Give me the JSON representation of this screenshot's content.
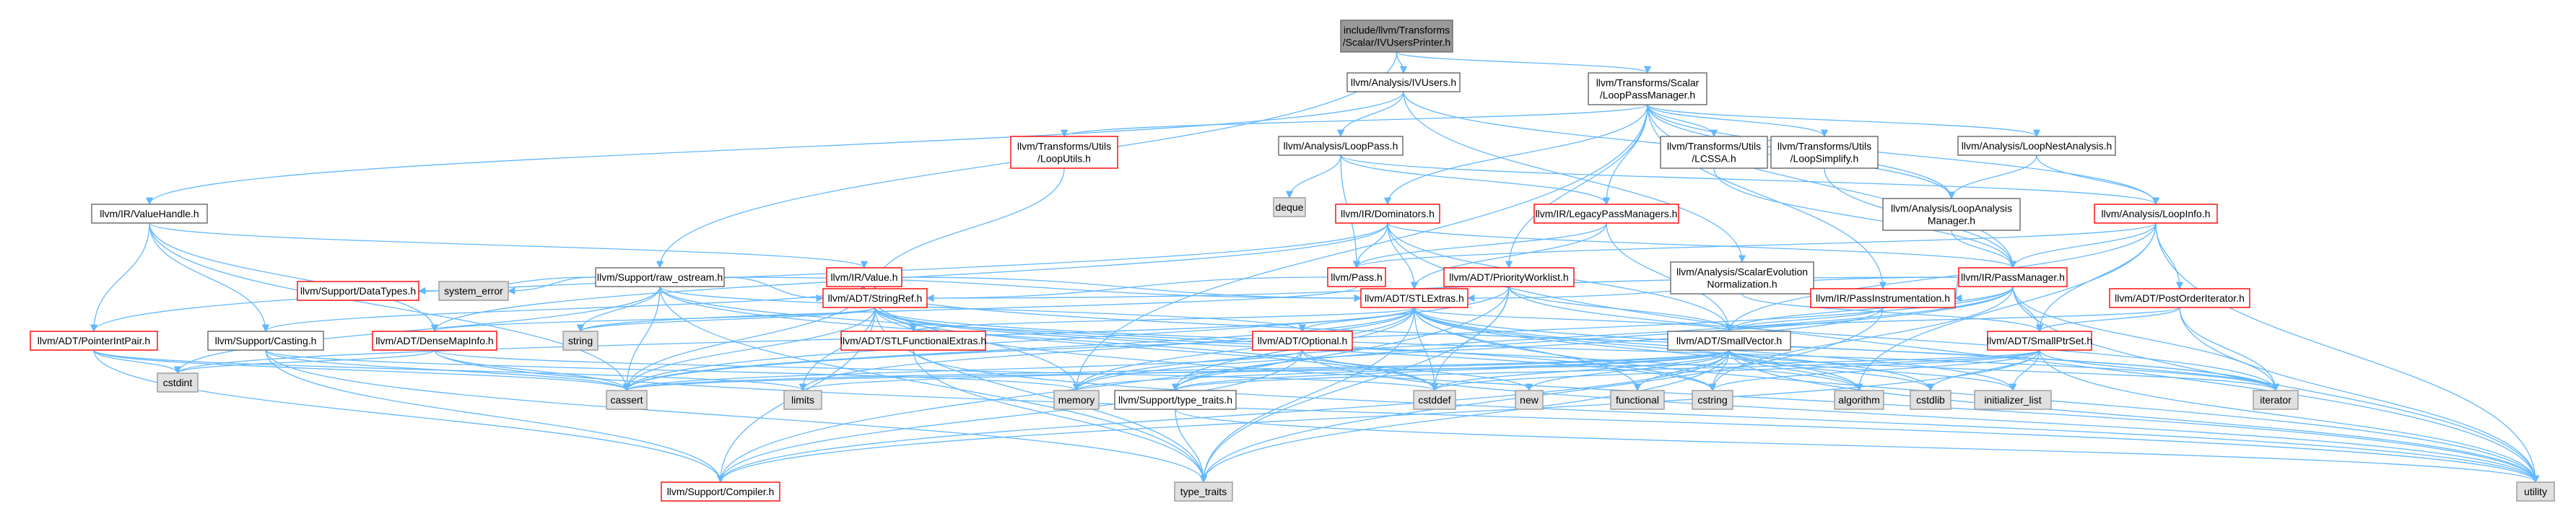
{
  "colors": {
    "edge": "#63b8ff",
    "root_fill": "#999999",
    "root_border": "#666666",
    "documented_border": "#666666",
    "undocumented_border": "#ff0000",
    "external_fill": "#e0e0e0",
    "external_border": "#999999"
  },
  "nodes": [
    {
      "id": "root",
      "lines": [
        "include/llvm/Transforms",
        "/Scalar/IVUsersPrinter.h"
      ],
      "kind": "root"
    },
    {
      "id": "ivusers",
      "lines": [
        "llvm/Analysis/IVUsers.h"
      ],
      "kind": "documented"
    },
    {
      "id": "looppassmgr",
      "lines": [
        "llvm/Transforms/Scalar",
        "/LoopPassManager.h"
      ],
      "kind": "documented"
    },
    {
      "id": "looputils",
      "lines": [
        "llvm/Transforms/Utils",
        "/LoopUtils.h"
      ],
      "kind": "undocumented"
    },
    {
      "id": "looppass",
      "lines": [
        "llvm/Analysis/LoopPass.h"
      ],
      "kind": "documented"
    },
    {
      "id": "lcssa",
      "lines": [
        "llvm/Transforms/Utils",
        "/LCSSA.h"
      ],
      "kind": "documented"
    },
    {
      "id": "loopsimplify",
      "lines": [
        "llvm/Transforms/Utils",
        "/LoopSimplify.h"
      ],
      "kind": "documented"
    },
    {
      "id": "loopnest",
      "lines": [
        "llvm/Analysis/LoopNestAnalysis.h"
      ],
      "kind": "documented"
    },
    {
      "id": "valuehandle",
      "lines": [
        "llvm/IR/ValueHandle.h"
      ],
      "kind": "documented"
    },
    {
      "id": "deque",
      "lines": [
        "deque"
      ],
      "kind": "external"
    },
    {
      "id": "dominators",
      "lines": [
        "llvm/IR/Dominators.h"
      ],
      "kind": "undocumented"
    },
    {
      "id": "legacypm",
      "lines": [
        "llvm/IR/LegacyPassManagers.h"
      ],
      "kind": "undocumented"
    },
    {
      "id": "loopanalysismgr",
      "lines": [
        "llvm/Analysis/LoopAnalysis",
        "Manager.h"
      ],
      "kind": "documented"
    },
    {
      "id": "loopinfo",
      "lines": [
        "llvm/Analysis/LoopInfo.h"
      ],
      "kind": "undocumented"
    },
    {
      "id": "rawostream",
      "lines": [
        "llvm/Support/raw_ostream.h"
      ],
      "kind": "documented"
    },
    {
      "id": "irvalue",
      "lines": [
        "llvm/IR/Value.h"
      ],
      "kind": "undocumented"
    },
    {
      "id": "pass",
      "lines": [
        "llvm/Pass.h"
      ],
      "kind": "undocumented"
    },
    {
      "id": "priorityworklist",
      "lines": [
        "llvm/ADT/PriorityWorklist.h"
      ],
      "kind": "undocumented"
    },
    {
      "id": "scevnorm",
      "lines": [
        "llvm/Analysis/ScalarEvolution",
        "Normalization.h"
      ],
      "kind": "documented"
    },
    {
      "id": "passmanager",
      "lines": [
        "llvm/IR/PassManager.h"
      ],
      "kind": "undocumented"
    },
    {
      "id": "datatypes",
      "lines": [
        "llvm/Support/DataTypes.h"
      ],
      "kind": "undocumented"
    },
    {
      "id": "system_error",
      "lines": [
        "system_error"
      ],
      "kind": "external"
    },
    {
      "id": "stringref",
      "lines": [
        "llvm/ADT/StringRef.h"
      ],
      "kind": "undocumented"
    },
    {
      "id": "stlextras",
      "lines": [
        "llvm/ADT/STLExtras.h"
      ],
      "kind": "undocumented"
    },
    {
      "id": "passinstr",
      "lines": [
        "llvm/IR/PassInstrumentation.h"
      ],
      "kind": "undocumented"
    },
    {
      "id": "postorder",
      "lines": [
        "llvm/ADT/PostOrderIterator.h"
      ],
      "kind": "undocumented"
    },
    {
      "id": "pointerintpair",
      "lines": [
        "llvm/ADT/PointerIntPair.h"
      ],
      "kind": "undocumented"
    },
    {
      "id": "casting",
      "lines": [
        "llvm/Support/Casting.h"
      ],
      "kind": "documented"
    },
    {
      "id": "densemapinfo",
      "lines": [
        "llvm/ADT/DenseMapInfo.h"
      ],
      "kind": "undocumented"
    },
    {
      "id": "string",
      "lines": [
        "string"
      ],
      "kind": "external"
    },
    {
      "id": "stlfunctional",
      "lines": [
        "llvm/ADT/STLFunctionalExtras.h"
      ],
      "kind": "undocumented"
    },
    {
      "id": "optional",
      "lines": [
        "llvm/ADT/Optional.h"
      ],
      "kind": "undocumented"
    },
    {
      "id": "smallvector",
      "lines": [
        "llvm/ADT/SmallVector.h"
      ],
      "kind": "documented"
    },
    {
      "id": "smallptrset",
      "lines": [
        "llvm/ADT/SmallPtrSet.h"
      ],
      "kind": "undocumented"
    },
    {
      "id": "cstdint",
      "lines": [
        "cstdint"
      ],
      "kind": "external"
    },
    {
      "id": "cassert",
      "lines": [
        "cassert"
      ],
      "kind": "external"
    },
    {
      "id": "limits",
      "lines": [
        "limits"
      ],
      "kind": "external"
    },
    {
      "id": "memory",
      "lines": [
        "memory"
      ],
      "kind": "external"
    },
    {
      "id": "typetraitsh",
      "lines": [
        "llvm/Support/type_traits.h"
      ],
      "kind": "documented"
    },
    {
      "id": "cstddef",
      "lines": [
        "cstddef"
      ],
      "kind": "external"
    },
    {
      "id": "new",
      "lines": [
        "new"
      ],
      "kind": "external"
    },
    {
      "id": "functional",
      "lines": [
        "functional"
      ],
      "kind": "external"
    },
    {
      "id": "cstring",
      "lines": [
        "cstring"
      ],
      "kind": "external"
    },
    {
      "id": "algorithm",
      "lines": [
        "algorithm"
      ],
      "kind": "external"
    },
    {
      "id": "cstdlib",
      "lines": [
        "cstdlib"
      ],
      "kind": "external"
    },
    {
      "id": "initlist",
      "lines": [
        "initializer_list"
      ],
      "kind": "external"
    },
    {
      "id": "iterator",
      "lines": [
        "iterator"
      ],
      "kind": "external"
    },
    {
      "id": "compiler",
      "lines": [
        "llvm/Support/Compiler.h"
      ],
      "kind": "undocumented"
    },
    {
      "id": "type_traits",
      "lines": [
        "type_traits"
      ],
      "kind": "external"
    },
    {
      "id": "utility",
      "lines": [
        "utility"
      ],
      "kind": "external"
    }
  ],
  "edges": [
    [
      "root",
      "ivusers"
    ],
    [
      "root",
      "looppassmgr"
    ],
    [
      "root",
      "rawostream"
    ],
    [
      "ivusers",
      "looppass"
    ],
    [
      "ivusers",
      "valuehandle"
    ],
    [
      "ivusers",
      "scevnorm"
    ],
    [
      "ivusers",
      "loopanalysismgr"
    ],
    [
      "looppassmgr",
      "looputils"
    ],
    [
      "looppassmgr",
      "lcssa"
    ],
    [
      "looppassmgr",
      "loopsimplify"
    ],
    [
      "looppassmgr",
      "loopnest"
    ],
    [
      "looppassmgr",
      "dominators"
    ],
    [
      "looppassmgr",
      "legacypm"
    ],
    [
      "looppassmgr",
      "loopanalysismgr"
    ],
    [
      "looppassmgr",
      "loopinfo"
    ],
    [
      "looppassmgr",
      "priorityworklist"
    ],
    [
      "looppassmgr",
      "passmanager"
    ],
    [
      "looppassmgr",
      "passinstr"
    ],
    [
      "looppassmgr",
      "memory"
    ],
    [
      "looputils",
      "stringref"
    ],
    [
      "looppass",
      "deque"
    ],
    [
      "looppass",
      "pass"
    ],
    [
      "looppass",
      "legacypm"
    ],
    [
      "looppass",
      "loopinfo"
    ],
    [
      "lcssa",
      "passmanager"
    ],
    [
      "loopsimplify",
      "passmanager"
    ],
    [
      "loopnest",
      "loopanalysismgr"
    ],
    [
      "loopnest",
      "loopinfo"
    ],
    [
      "valuehandle",
      "irvalue"
    ],
    [
      "valuehandle",
      "pointerintpair"
    ],
    [
      "valuehandle",
      "densemapinfo"
    ],
    [
      "valuehandle",
      "casting"
    ],
    [
      "valuehandle",
      "cassert"
    ],
    [
      "dominators",
      "pass"
    ],
    [
      "dominators",
      "passmanager"
    ],
    [
      "dominators",
      "pointerintpair"
    ],
    [
      "dominators",
      "stlextras"
    ],
    [
      "dominators",
      "smallvector"
    ],
    [
      "dominators",
      "densemapinfo"
    ],
    [
      "dominators",
      "utility"
    ],
    [
      "legacypm",
      "pass"
    ],
    [
      "legacypm",
      "smallvector"
    ],
    [
      "legacypm",
      "stlextras"
    ],
    [
      "loopanalysismgr",
      "passmanager"
    ],
    [
      "loopinfo",
      "pass"
    ],
    [
      "loopinfo",
      "passmanager"
    ],
    [
      "loopinfo",
      "postorder"
    ],
    [
      "loopinfo",
      "smallptrset"
    ],
    [
      "loopinfo",
      "smallvector"
    ],
    [
      "loopinfo",
      "algorithm"
    ],
    [
      "loopinfo",
      "utility"
    ],
    [
      "rawostream",
      "datatypes"
    ],
    [
      "rawostream",
      "system_error"
    ],
    [
      "rawostream",
      "stringref"
    ],
    [
      "rawostream",
      "stlextras"
    ],
    [
      "rawostream",
      "optional"
    ],
    [
      "rawostream",
      "cassert"
    ],
    [
      "rawostream",
      "cstddef"
    ],
    [
      "rawostream",
      "cstdint"
    ],
    [
      "rawostream",
      "cstring"
    ],
    [
      "rawostream",
      "string"
    ],
    [
      "rawostream",
      "type_traits"
    ],
    [
      "irvalue",
      "stringref"
    ],
    [
      "irvalue",
      "stlextras"
    ],
    [
      "irvalue",
      "casting"
    ],
    [
      "irvalue",
      "cassert"
    ],
    [
      "irvalue",
      "iterator"
    ],
    [
      "irvalue",
      "memory"
    ],
    [
      "pass",
      "stringref"
    ],
    [
      "pass",
      "string"
    ],
    [
      "priorityworklist",
      "stlextras"
    ],
    [
      "priorityworklist",
      "smallvector"
    ],
    [
      "priorityworklist",
      "compiler"
    ],
    [
      "priorityworklist",
      "cassert"
    ],
    [
      "priorityworklist",
      "cstddef"
    ],
    [
      "priorityworklist",
      "iterator"
    ],
    [
      "priorityworklist",
      "type_traits"
    ],
    [
      "scevnorm",
      "smallptrset"
    ],
    [
      "passmanager",
      "stlextras"
    ],
    [
      "passmanager",
      "smallptrset"
    ],
    [
      "passmanager",
      "smallvector"
    ],
    [
      "passmanager",
      "stringref"
    ],
    [
      "passmanager",
      "passinstr"
    ],
    [
      "passmanager",
      "typetraitsh"
    ],
    [
      "passmanager",
      "cassert"
    ],
    [
      "passmanager",
      "cstring"
    ],
    [
      "passmanager",
      "iterator"
    ],
    [
      "passmanager",
      "memory"
    ],
    [
      "passmanager",
      "utility"
    ],
    [
      "stringref",
      "stlfunctional"
    ],
    [
      "stringref",
      "densemapinfo"
    ],
    [
      "stringref",
      "compiler"
    ],
    [
      "stringref",
      "algorithm"
    ],
    [
      "stringref",
      "cassert"
    ],
    [
      "stringref",
      "cstddef"
    ],
    [
      "stringref",
      "cstring"
    ],
    [
      "stringref",
      "iterator"
    ],
    [
      "stringref",
      "limits"
    ],
    [
      "stringref",
      "string"
    ],
    [
      "stringref",
      "type_traits"
    ],
    [
      "stringref",
      "utility"
    ],
    [
      "stlextras",
      "stlfunctional"
    ],
    [
      "stlextras",
      "optional"
    ],
    [
      "stlextras",
      "smallvector"
    ],
    [
      "stlextras",
      "typetraitsh"
    ],
    [
      "stlextras",
      "algorithm"
    ],
    [
      "stlextras",
      "cassert"
    ],
    [
      "stlextras",
      "cstddef"
    ],
    [
      "stlextras",
      "cstdint"
    ],
    [
      "stlextras",
      "cstdlib"
    ],
    [
      "stlextras",
      "functional"
    ],
    [
      "stlextras",
      "initlist"
    ],
    [
      "stlextras",
      "iterator"
    ],
    [
      "stlextras",
      "limits"
    ],
    [
      "stlextras",
      "memory"
    ],
    [
      "stlextras",
      "type_traits"
    ],
    [
      "stlextras",
      "utility"
    ],
    [
      "passinstr",
      "smallvector"
    ],
    [
      "passinstr",
      "memory"
    ],
    [
      "passinstr",
      "type_traits"
    ],
    [
      "postorder",
      "smallptrset"
    ],
    [
      "postorder",
      "smallvector"
    ],
    [
      "postorder",
      "iterator"
    ],
    [
      "postorder",
      "utility"
    ],
    [
      "pointerintpair",
      "compiler"
    ],
    [
      "pointerintpair",
      "cassert"
    ],
    [
      "pointerintpair",
      "cstdint"
    ],
    [
      "pointerintpair",
      "limits"
    ],
    [
      "casting",
      "compiler"
    ],
    [
      "casting",
      "cassert"
    ],
    [
      "casting",
      "memory"
    ],
    [
      "casting",
      "type_traits"
    ],
    [
      "densemapinfo",
      "cassert"
    ],
    [
      "densemapinfo",
      "cstddef"
    ],
    [
      "densemapinfo",
      "cstdint"
    ],
    [
      "densemapinfo",
      "utility"
    ],
    [
      "stlfunctional",
      "type_traits"
    ],
    [
      "stlfunctional",
      "utility"
    ],
    [
      "optional",
      "compiler"
    ],
    [
      "optional",
      "typetraitsh"
    ],
    [
      "optional",
      "cassert"
    ],
    [
      "optional",
      "new"
    ],
    [
      "optional",
      "utility"
    ],
    [
      "smallvector",
      "compiler"
    ],
    [
      "smallvector",
      "typetraitsh"
    ],
    [
      "smallvector",
      "algorithm"
    ],
    [
      "smallvector",
      "cassert"
    ],
    [
      "smallvector",
      "cstddef"
    ],
    [
      "smallvector",
      "cstdlib"
    ],
    [
      "smallvector",
      "cstring"
    ],
    [
      "smallvector",
      "functional"
    ],
    [
      "smallvector",
      "initlist"
    ],
    [
      "smallvector",
      "iterator"
    ],
    [
      "smallvector",
      "limits"
    ],
    [
      "smallvector",
      "memory"
    ],
    [
      "smallvector",
      "new"
    ],
    [
      "smallvector",
      "type_traits"
    ],
    [
      "smallvector",
      "utility"
    ],
    [
      "smallptrset",
      "compiler"
    ],
    [
      "smallptrset",
      "typetraitsh"
    ],
    [
      "smallptrset",
      "cassert"
    ],
    [
      "smallptrset",
      "cstddef"
    ],
    [
      "smallptrset",
      "cstdlib"
    ],
    [
      "smallptrset",
      "cstring"
    ],
    [
      "smallptrset",
      "initlist"
    ],
    [
      "smallptrset",
      "iterator"
    ],
    [
      "smallptrset",
      "utility"
    ],
    [
      "typetraitsh",
      "type_traits"
    ],
    [
      "typetraitsh",
      "utility"
    ]
  ]
}
